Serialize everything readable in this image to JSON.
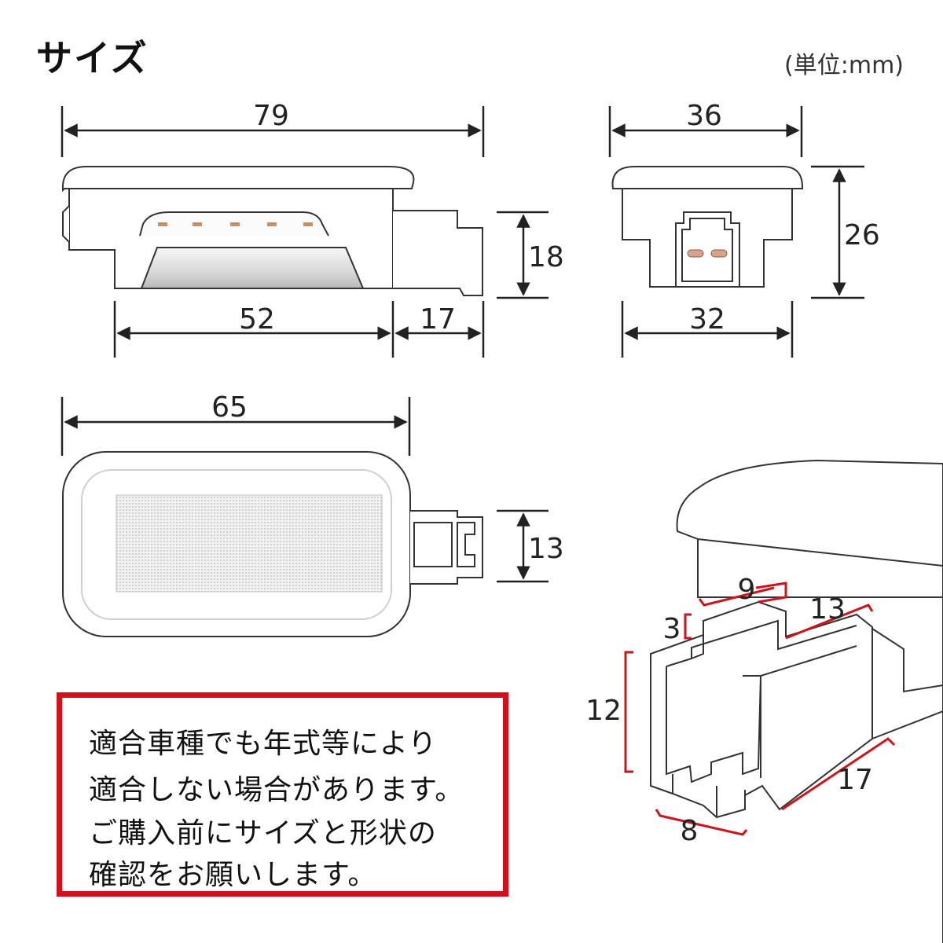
{
  "title": "サイズ",
  "unit": "(単位:mm)",
  "colors": {
    "accent_red": "#d0121b",
    "outline": "#333333",
    "fill_gray": "#e6e6e6"
  },
  "side_view": {
    "dim_top": "79",
    "dim_bottom_left": "52",
    "dim_bottom_right": "17",
    "dim_height": "18"
  },
  "front_view": {
    "dim_top": "36",
    "dim_bottom": "32",
    "dim_height": "26"
  },
  "top_view": {
    "dim_width": "65",
    "dim_height": "13"
  },
  "connector_view": {
    "dim_9": "9",
    "dim_13": "13",
    "dim_3": "3",
    "dim_12": "12",
    "dim_17": "17",
    "dim_8": "8"
  },
  "notice": {
    "lines": [
      "適合車種でも年式等により",
      "適合しない場合があります。",
      "ご購入前にサイズと形状の",
      "確認をお願いします。"
    ]
  }
}
